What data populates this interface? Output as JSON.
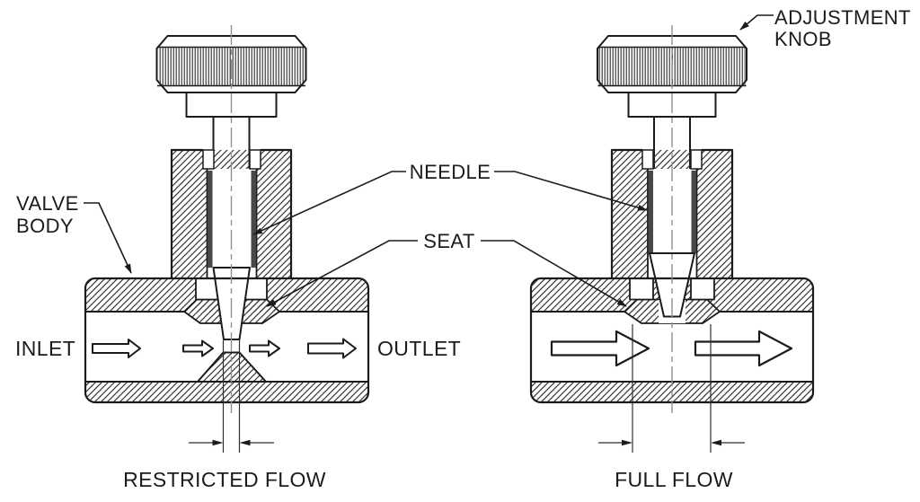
{
  "diagram": {
    "type": "needle-valve-cross-section",
    "left_caption": "RESTRICTED FLOW",
    "right_caption": "FULL FLOW"
  },
  "labels": {
    "valve_body_line1": "VALVE",
    "valve_body_line2": "BODY",
    "needle": "NEEDLE",
    "seat": "SEAT",
    "adjustment_knob_line1": "ADJUSTMENT",
    "adjustment_knob_line2": "KNOB",
    "inlet": "INLET",
    "outlet": "OUTLET"
  },
  "colors": {
    "background": "#ffffff",
    "line": "#1b1b1b",
    "centerline": "#909090",
    "hatch": "#333333"
  }
}
